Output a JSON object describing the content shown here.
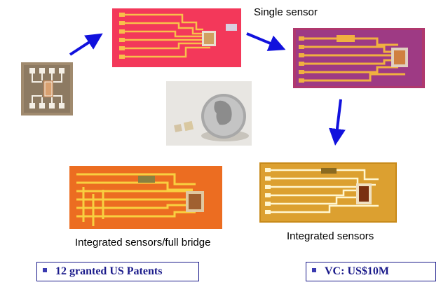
{
  "labels": {
    "single_sensor": "Single sensor",
    "integrated_full_bridge": "Integrated sensors/full bridge",
    "integrated_sensors": "Integrated sensors"
  },
  "boxes": {
    "patents": "12 granted US Patents",
    "vc": "VC: US$10M"
  },
  "colors": {
    "arrow": "#1111dd",
    "box_text": "#1a1a8a",
    "box_border": "#1a1a8a"
  }
}
